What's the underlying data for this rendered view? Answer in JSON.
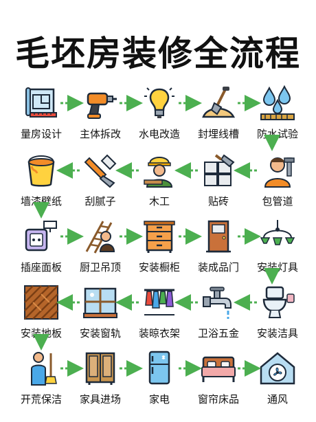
{
  "title": "毛坯房装修全流程",
  "steps": [
    {
      "label": "量房设计",
      "icon": "blueprint-icon"
    },
    {
      "label": "主体拆改",
      "icon": "drill-icon"
    },
    {
      "label": "水电改造",
      "icon": "lightbulb-icon"
    },
    {
      "label": "封埋线槽",
      "icon": "shovel-icon"
    },
    {
      "label": "防水试验",
      "icon": "water-drops-icon"
    },
    {
      "label": "包管道",
      "icon": "plumber-icon"
    },
    {
      "label": "贴砖",
      "icon": "tiles-icon"
    },
    {
      "label": "木工",
      "icon": "carpenter-icon"
    },
    {
      "label": "刮腻子",
      "icon": "putty-knife-icon"
    },
    {
      "label": "墙漆壁纸",
      "icon": "paint-bucket-icon"
    },
    {
      "label": "插座面板",
      "icon": "socket-icon"
    },
    {
      "label": "厨卫吊顶",
      "icon": "ladder-icon"
    },
    {
      "label": "安装橱柜",
      "icon": "cabinet-icon"
    },
    {
      "label": "装成品门",
      "icon": "door-icon"
    },
    {
      "label": "安装灯具",
      "icon": "chandelier-icon"
    },
    {
      "label": "安装洁具",
      "icon": "toilet-icon"
    },
    {
      "label": "卫浴五金",
      "icon": "faucet-icon"
    },
    {
      "label": "装晾衣架",
      "icon": "clothes-rack-icon"
    },
    {
      "label": "安装窗轨",
      "icon": "window-icon"
    },
    {
      "label": "安装地板",
      "icon": "parquet-floor-icon"
    },
    {
      "label": "开荒保洁",
      "icon": "cleaner-icon"
    },
    {
      "label": "家具进场",
      "icon": "wardrobe-icon"
    },
    {
      "label": "家电",
      "icon": "refrigerator-icon"
    },
    {
      "label": "窗帘床品",
      "icon": "bed-icon"
    },
    {
      "label": "通风",
      "icon": "ventilation-icon"
    }
  ],
  "colors": {
    "arrow": "#4caf50",
    "text": "#111111"
  }
}
